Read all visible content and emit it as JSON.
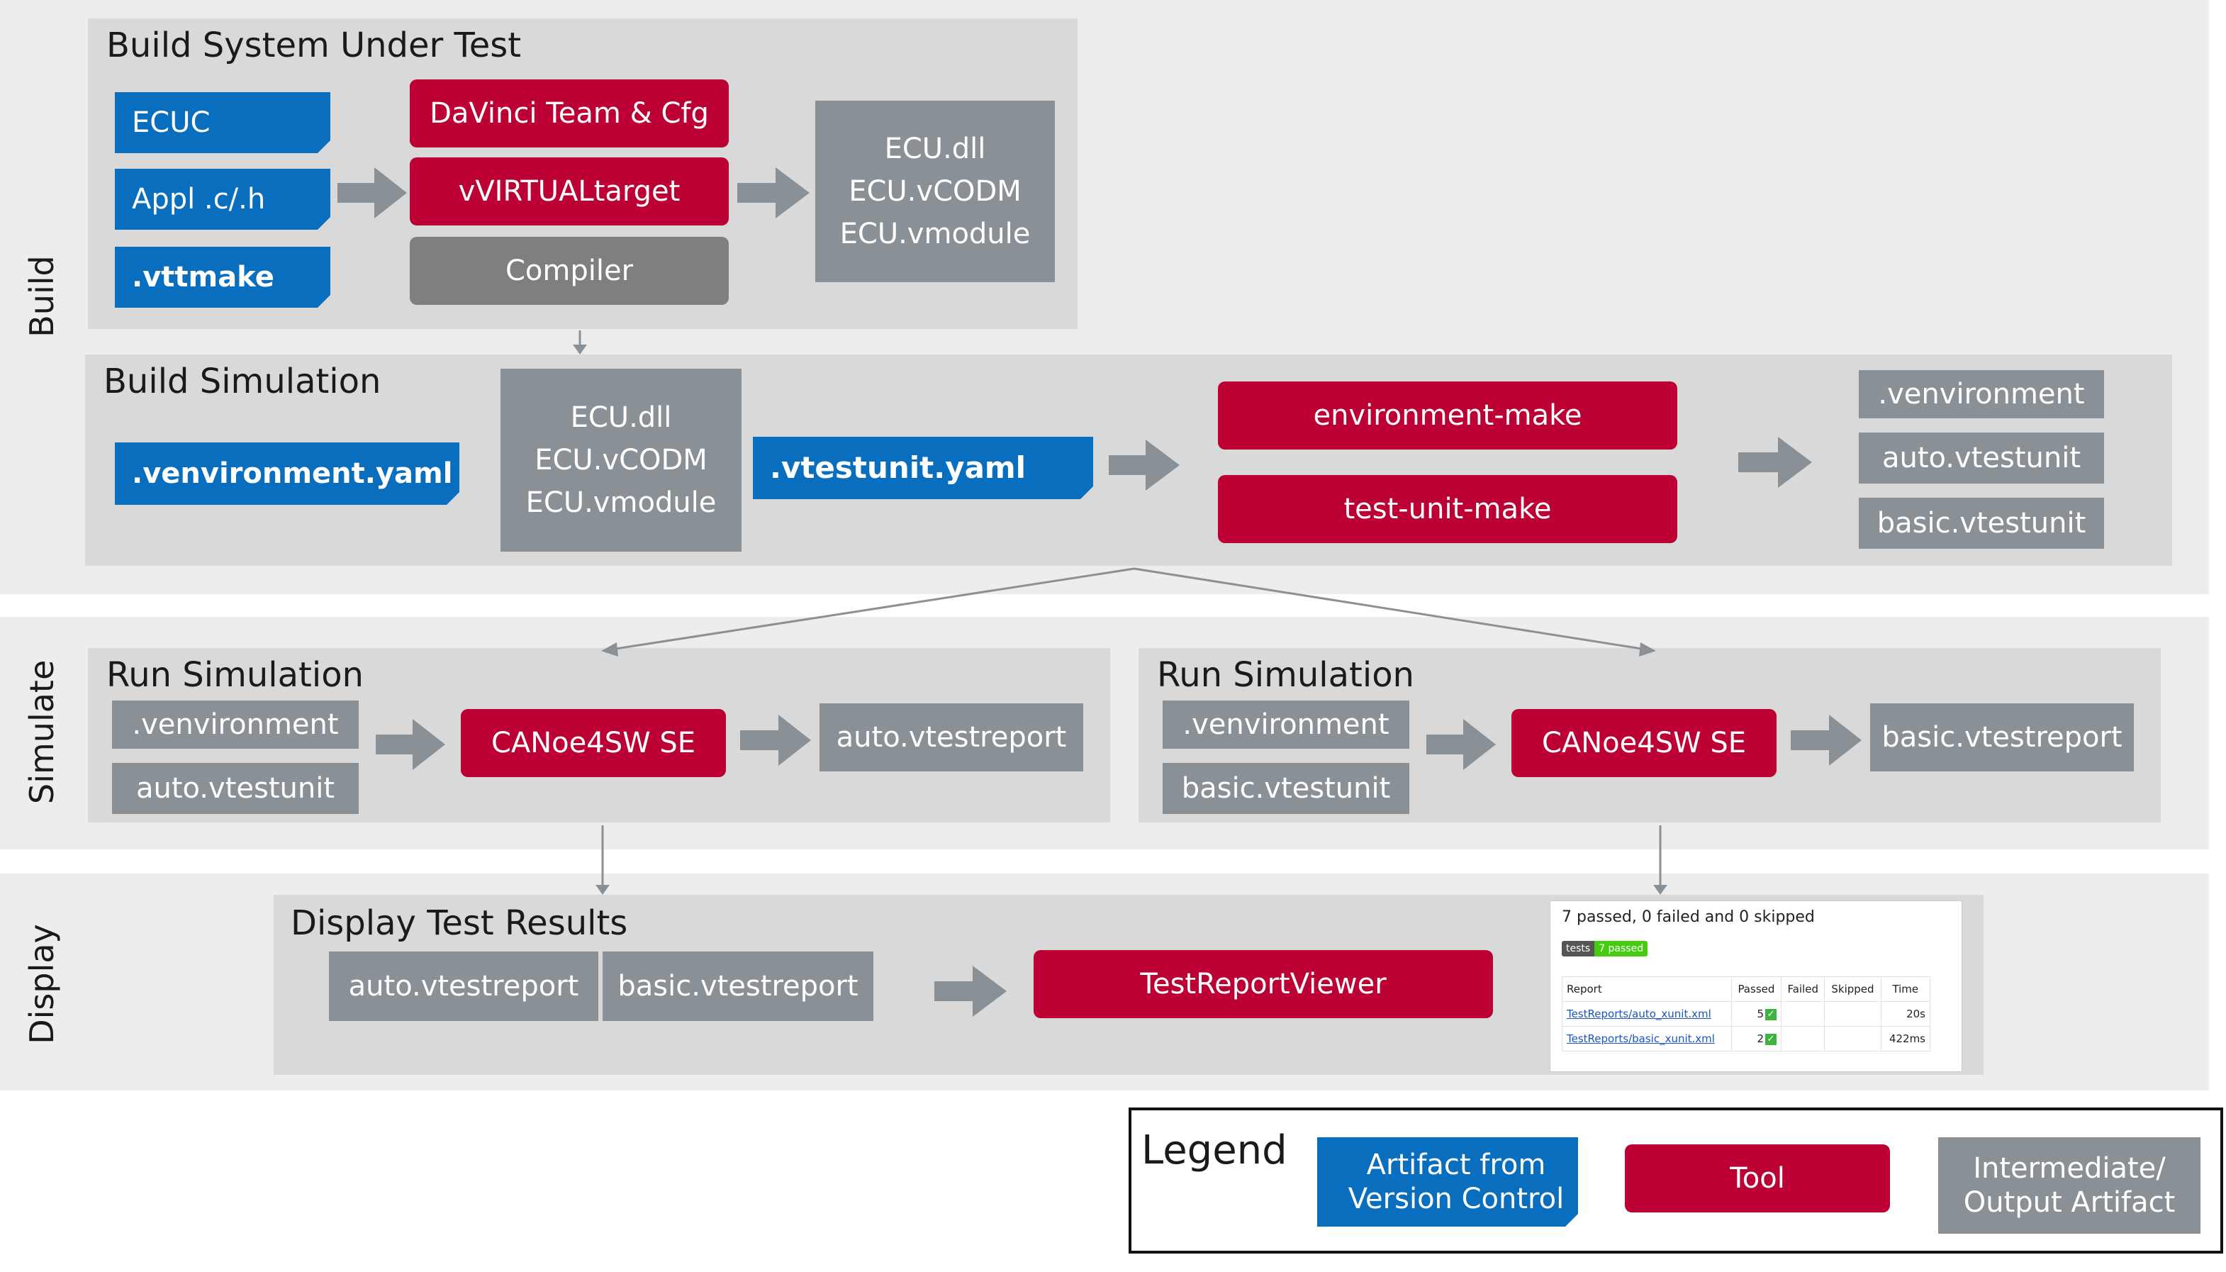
{
  "lanes": {
    "build": "Build",
    "simulate": "Simulate",
    "display": "Display"
  },
  "build_sut": {
    "title": "Build System Under Test",
    "inputs": [
      "ECUC",
      "Appl .c/.h",
      ".vttmake"
    ],
    "tools": [
      "DaVinci Team & Cfg",
      "vVIRTUALtarget",
      "Compiler"
    ],
    "outputs": [
      "ECU.dll",
      "ECU.vCODM",
      "ECU.vmodule"
    ]
  },
  "build_sim": {
    "title": "Build Simulation",
    "env_yaml": ".venvironment.yaml",
    "ecu_artifacts": [
      "ECU.dll",
      "ECU.vCODM",
      "ECU.vmodule"
    ],
    "testunit_yaml": ".vtestunit.yaml",
    "tools": [
      "environment-make",
      "test-unit-make"
    ],
    "outputs": [
      ".venvironment",
      "auto.vtestunit",
      "basic.vtestunit"
    ]
  },
  "run_sim_left": {
    "title": "Run Simulation",
    "inputs": [
      ".venvironment",
      "auto.vtestunit"
    ],
    "tool": "CANoe4SW SE",
    "output": "auto.vtestreport"
  },
  "run_sim_right": {
    "title": "Run Simulation",
    "inputs": [
      ".venvironment",
      "basic.vtestunit"
    ],
    "tool": "CANoe4SW SE",
    "output": "basic.vtestreport"
  },
  "display": {
    "title": "Display Test Results",
    "inputs": [
      "auto.vtestreport",
      "basic.vtestreport"
    ],
    "tool": "TestReportViewer"
  },
  "report": {
    "summary": "7 passed, 0 failed and 0 skipped",
    "badge_label": "tests",
    "badge_value": "7 passed",
    "headers": [
      "Report",
      "Passed",
      "Failed",
      "Skipped",
      "Time"
    ],
    "rows": [
      {
        "report": "TestReports/auto_xunit.xml",
        "passed": "5",
        "failed": "",
        "skipped": "",
        "time": "20s"
      },
      {
        "report": "TestReports/basic_xunit.xml",
        "passed": "2",
        "failed": "",
        "skipped": "",
        "time": "422ms"
      }
    ],
    "check_glyph": "✓"
  },
  "legend": {
    "title": "Legend",
    "vc": "Artifact from Version Control",
    "tool": "Tool",
    "intermediate": "Intermediate/ Output Artifact"
  },
  "colors": {
    "version_control": "#0a6ebf",
    "tool": "#bd0033",
    "intermediate": "#8a9196",
    "compiler": "#7f7f7f",
    "panel": "#d9d9d9",
    "lane": "#ededed",
    "arrow": "#8a9196"
  }
}
